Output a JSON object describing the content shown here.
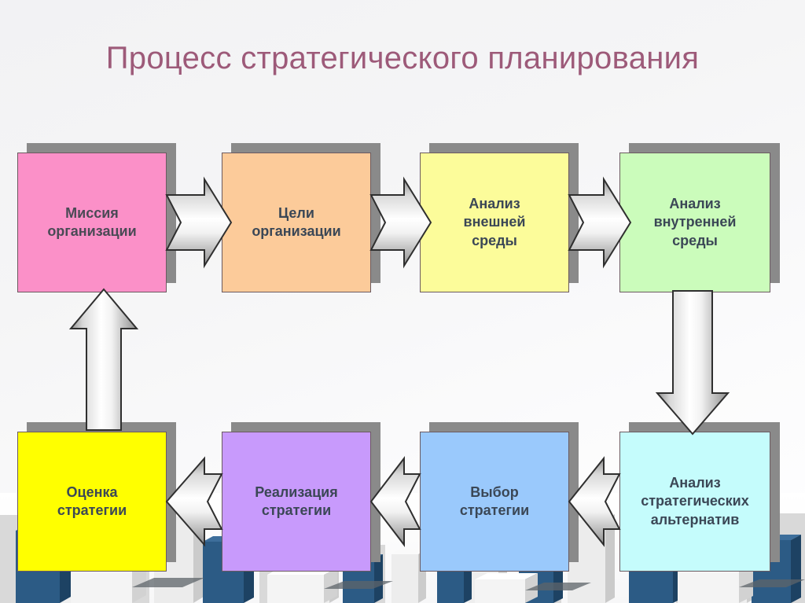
{
  "slide": {
    "title": "Процесс стратегического планирования",
    "title_color": "#9d5a79",
    "background_color": "#f4f4f5"
  },
  "diagram": {
    "type": "flowchart",
    "orientation": "serpentine-cycle",
    "row_top_direction": "left-to-right",
    "row_bottom_direction": "right-to-left",
    "nodes": [
      {
        "id": "mission",
        "label": "Миссия\nорганизации",
        "color": "#fb90c8",
        "row": 1,
        "order": 1
      },
      {
        "id": "goals",
        "label": "Цели\nорганизации",
        "color": "#fccb9a",
        "row": 1,
        "order": 2
      },
      {
        "id": "external",
        "label": "Анализ\nвнешней\nсреды",
        "color": "#fcfc9a",
        "row": 1,
        "order": 3
      },
      {
        "id": "internal",
        "label": "Анализ\nвнутренней\nсреды",
        "color": "#cbfcbb",
        "row": 1,
        "order": 4
      },
      {
        "id": "alternatives",
        "label": "Анализ\nстратегических\nальтернатив",
        "color": "#c5fcfc",
        "row": 2,
        "order": 5
      },
      {
        "id": "choice",
        "label": "Выбор\nстратегии",
        "color": "#9ac9fc",
        "row": 2,
        "order": 6
      },
      {
        "id": "implementation",
        "label": "Реализация\nстратегии",
        "color": "#c89afc",
        "row": 2,
        "order": 7
      },
      {
        "id": "evaluation",
        "label": "Оценка\nстратегии",
        "color": "#ffff00",
        "row": 2,
        "order": 8
      }
    ],
    "connectors": [
      {
        "id": "c1",
        "from": "mission",
        "to": "goals",
        "direction": "right"
      },
      {
        "id": "c2",
        "from": "goals",
        "to": "external",
        "direction": "right"
      },
      {
        "id": "c3",
        "from": "external",
        "to": "internal",
        "direction": "right"
      },
      {
        "id": "c4",
        "from": "internal",
        "to": "alternatives",
        "direction": "down"
      },
      {
        "id": "c5",
        "from": "alternatives",
        "to": "choice",
        "direction": "left"
      },
      {
        "id": "c6",
        "from": "choice",
        "to": "implementation",
        "direction": "left"
      },
      {
        "id": "c7",
        "from": "implementation",
        "to": "evaluation",
        "direction": "left"
      },
      {
        "id": "c8",
        "from": "evaluation",
        "to": "mission",
        "direction": "up"
      }
    ],
    "arrow_fill_light": "#ffffff",
    "arrow_fill_mid": "#e4e4e4",
    "arrow_fill_dark": "#9a9a9a",
    "arrow_stroke": "#2f2f2f",
    "node_border_color": "#6b5a60",
    "node_shadow_color": "#8a8a8a",
    "node_text_color": "#3b4756"
  },
  "background_image": {
    "name": "city-skyline-illustration",
    "description": "Стилизованный 3D-город из синих и белых блоков",
    "building_blue": "#2c5b85",
    "building_blue_dark": "#1d4263",
    "building_white": "#f0f0f0",
    "building_gray": "#c8c8c8",
    "sky": "#ffffff"
  }
}
